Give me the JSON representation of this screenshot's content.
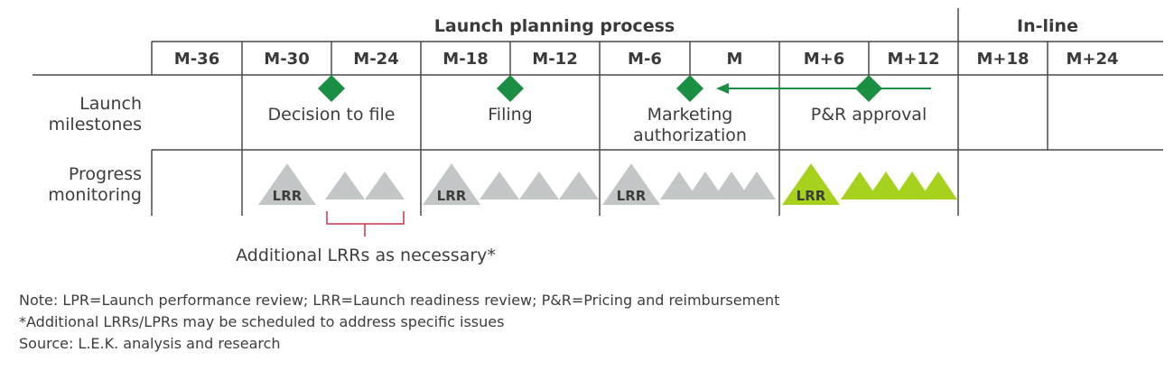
{
  "header": {
    "process": "Launch planning process",
    "inline": "In-line"
  },
  "columns": [
    "M-36",
    "M-30",
    "M-24",
    "M-18",
    "M-12",
    "M-6",
    "M",
    "M+6",
    "M+12",
    "M+18",
    "M+24"
  ],
  "rows": {
    "milestones": [
      "Launch",
      "milestones"
    ],
    "progress": [
      "Progress",
      "monitoring"
    ]
  },
  "milestones": [
    {
      "label": [
        "Decision to file"
      ]
    },
    {
      "label": [
        "Filing"
      ]
    },
    {
      "label": [
        "Marketing",
        "authorization"
      ]
    },
    {
      "label": [
        "P&R approval"
      ]
    }
  ],
  "lrr_label": "LRR",
  "additional_note": "Additional LRRs as necessary*",
  "notes": [
    "Note: LPR=Launch performance review; LRR=Launch readiness review; P&R=Pricing and reimbursement",
    "*Additional LRRs/LPRs may be scheduled to address specific issues",
    "Source: L.E.K. analysis and research"
  ],
  "colors": {
    "line": "#4a4a4a",
    "diamond": "#1a8f43",
    "arrow": "#1a8f43",
    "grey_triangle": "#c3c6c6",
    "green_triangle": "#a6d11c",
    "bracket": "#c8344f"
  }
}
